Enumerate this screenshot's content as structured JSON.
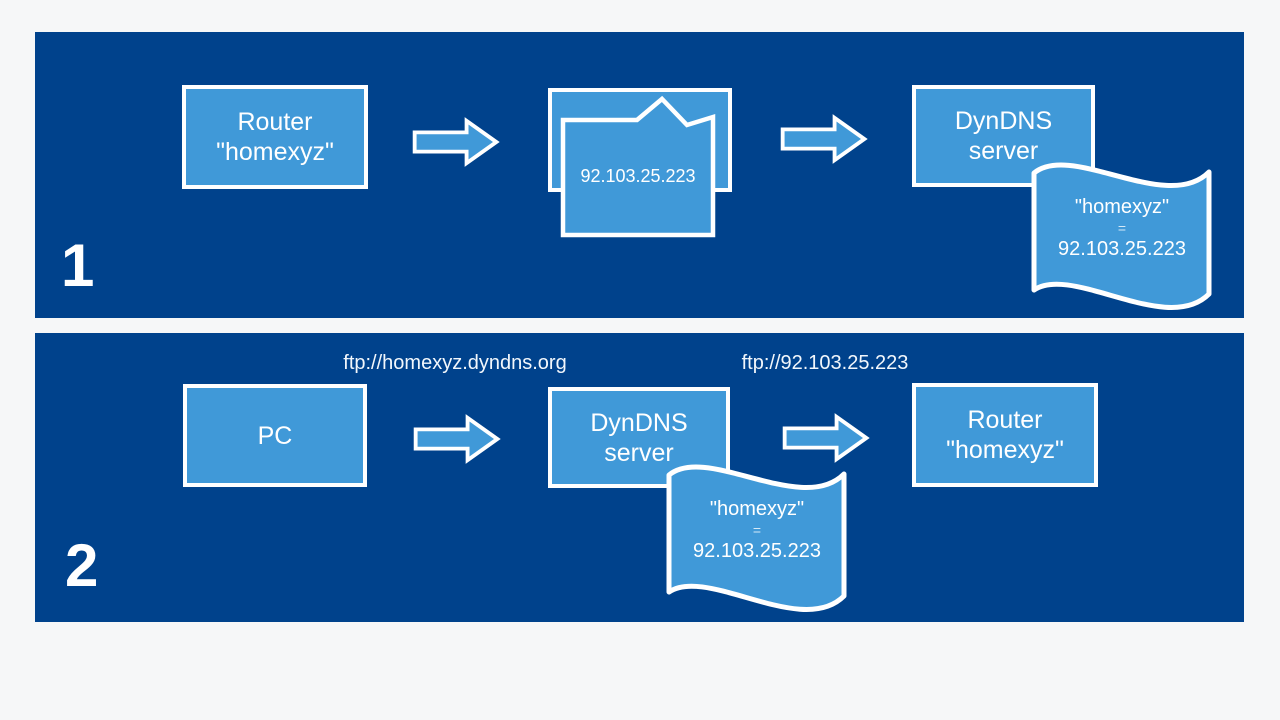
{
  "colors": {
    "page_background": "#f6f7f8",
    "panel_blue": "#00428c",
    "shape_blue": "#4099d8",
    "stroke_white": "#ffffff"
  },
  "panel1": {
    "number": "1",
    "router_box": {
      "line1": "Router",
      "line2": "\"homexyz\""
    },
    "ip_document": {
      "ip": "92.103.25.223"
    },
    "dyndns_box": {
      "line1": "DynDNS",
      "line2": "server"
    },
    "flag": {
      "line1": "\"homexyz\"",
      "line2": "=",
      "line3": "92.103.25.223"
    }
  },
  "panel2": {
    "number": "2",
    "url_label_dyndns": "ftp://homexyz.dyndns.org",
    "url_label_ip": "ftp://92.103.25.223",
    "pc_box": {
      "line1": "PC"
    },
    "dyndns_box": {
      "line1": "DynDNS",
      "line2": "server"
    },
    "router_box": {
      "line1": "Router",
      "line2": "\"homexyz\""
    },
    "flag": {
      "line1": "\"homexyz\"",
      "line2": "=",
      "line3": "92.103.25.223"
    }
  }
}
